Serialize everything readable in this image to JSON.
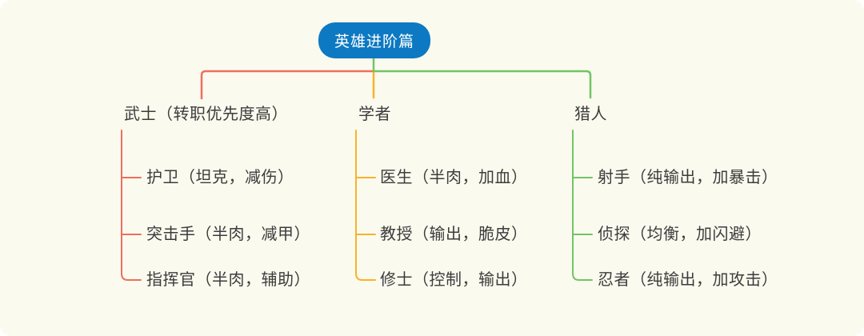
{
  "colors": {
    "page": "#ffffff",
    "canvas": "#fbfaef",
    "root_node": "#0d79c2",
    "root_text": "#ffffff",
    "text": "#3c3c3c"
  },
  "root": {
    "label": "英雄进阶篇"
  },
  "branches": [
    {
      "id": "warrior",
      "label": "武士（转职优先度高）",
      "color": "#ee6f5d",
      "children": [
        "护卫（坦克，减伤）",
        "突击手（半肉，减甲）",
        "指挥官（半肉，辅助）"
      ]
    },
    {
      "id": "scholar",
      "label": "学者",
      "color": "#f7b32a",
      "children": [
        "医生（半肉，加血）",
        "教授（输出，脆皮）",
        "修士（控制，输出）"
      ]
    },
    {
      "id": "hunter",
      "label": "猎人",
      "color": "#72c465",
      "children": [
        "射手（纯输出，加暴击）",
        "侦探（均衡，加闪避）",
        "忍者（纯输出，加攻击）"
      ]
    }
  ]
}
